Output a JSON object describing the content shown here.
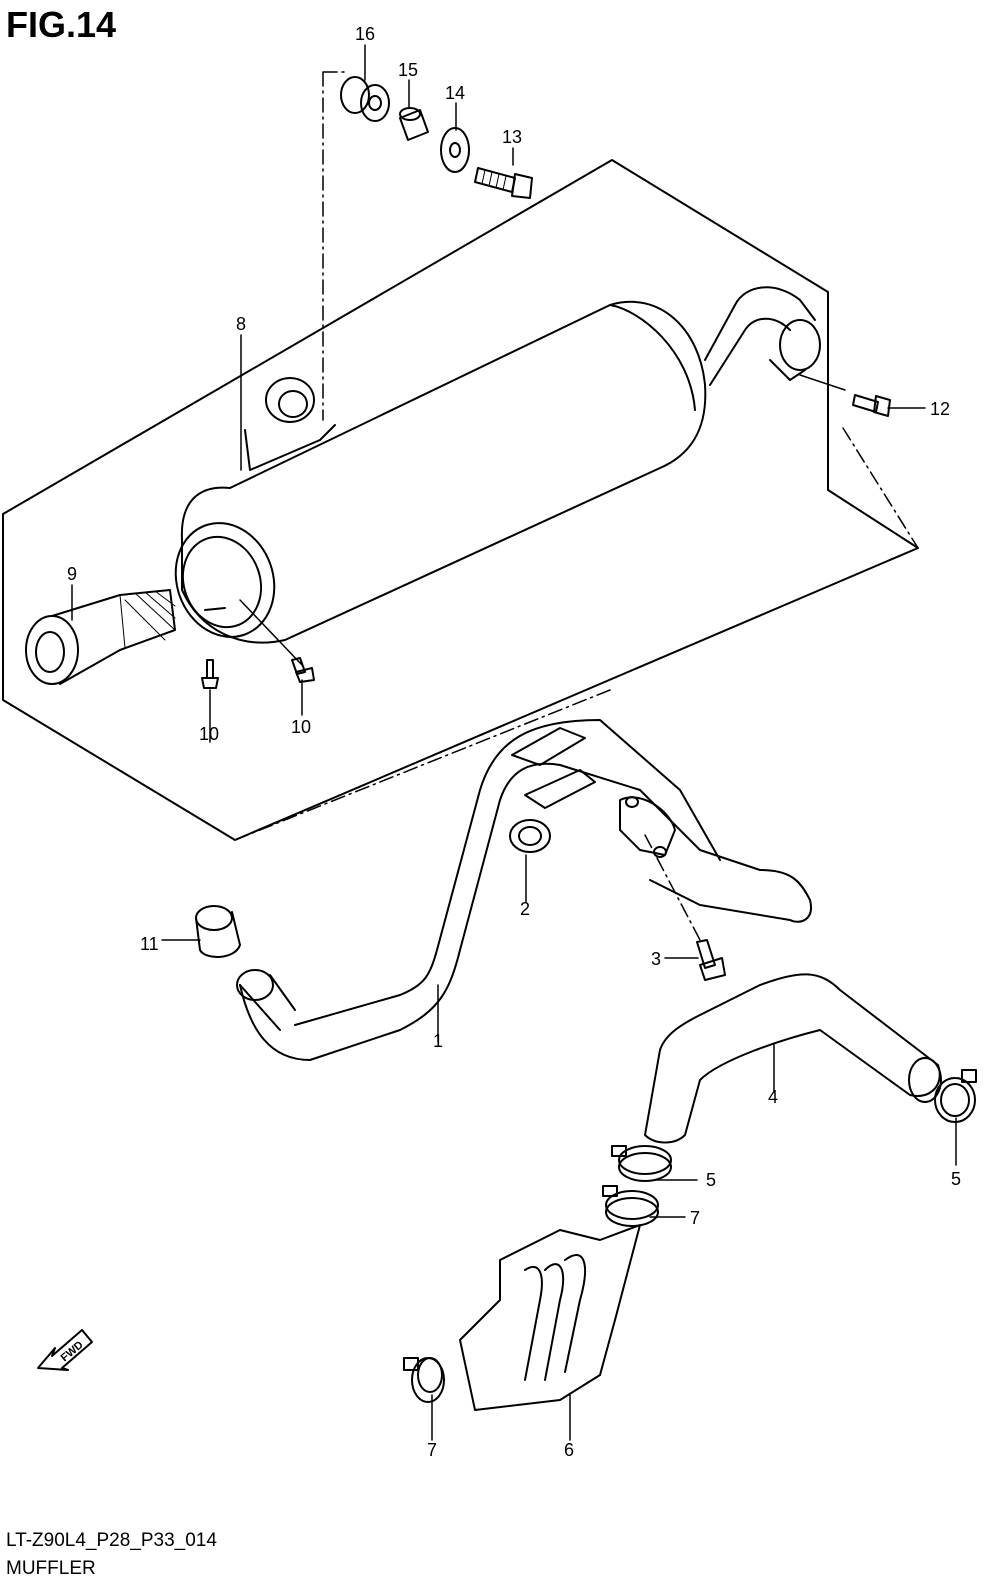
{
  "figure": {
    "title": "FIG.14",
    "code": "LT-Z90L4_P28_P33_014",
    "name": "MUFFLER"
  },
  "direction_marker": "FWD",
  "callouts": [
    "1",
    "2",
    "3",
    "4",
    "5",
    "5",
    "6",
    "7",
    "7",
    "8",
    "9",
    "10",
    "10",
    "11",
    "12",
    "13",
    "14",
    "15",
    "16"
  ]
}
